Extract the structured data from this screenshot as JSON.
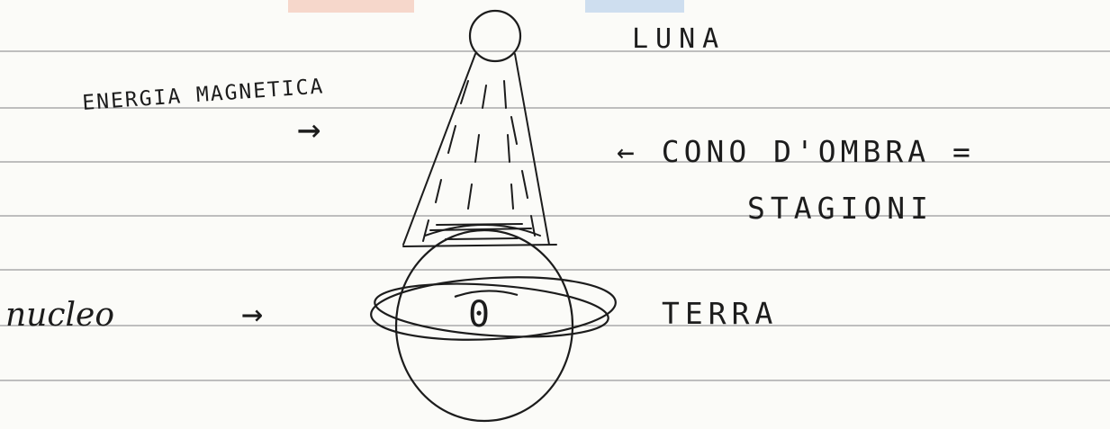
{
  "colors": {
    "paper": "#fbfbf8",
    "ruling": "#9a9a9a",
    "ink": "#1c1c1c",
    "watermark_left": "#f3b9a6",
    "watermark_right": "#a9c6e8"
  },
  "labels": {
    "moon": "LUNA",
    "magnetic_energy": "ENERGIA MAGNETICA",
    "shadow_cone_line1": "← CONO D'OMBRA =",
    "shadow_cone_line2": "STAGIONI",
    "nucleus": "nucleo",
    "nucleus_arrow": "→",
    "earth": "TERRA",
    "energy_arrow": "→",
    "core_symbol": "0"
  }
}
